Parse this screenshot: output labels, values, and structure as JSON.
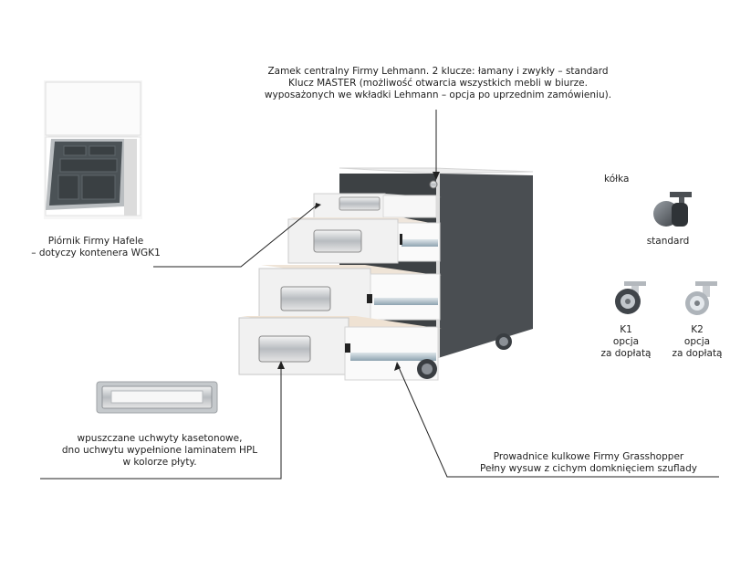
{
  "lock_note": {
    "lines": [
      "Zamek centralny Firmy Lehmann. 2 klucze: łamany i zwykły – standard",
      "Klucz MASTER (możliwość otwarcia wszystkich mebli w biurze.",
      "wyposażonych we wkładki Lehmann – opcja po uprzednim zamówieniu)."
    ]
  },
  "organizer_note": {
    "lines": [
      "Piórnik Firmy Hafele",
      "– dotyczy kontenera WGK1"
    ]
  },
  "wheels": {
    "title": "kółka",
    "standard_label": "standard",
    "k1": {
      "name": "K1",
      "line1": "opcja",
      "line2": "za dopłatą"
    },
    "k2": {
      "name": "K2",
      "line1": "opcja",
      "line2": "za dopłatą"
    }
  },
  "handle_note": {
    "lines": [
      "wpuszczane uchwyty kasetonowe,",
      "dno uchwytu wypełnione laminatem HPL",
      "w kolorze płyty."
    ]
  },
  "runners_note": {
    "lines": [
      "Prowadnice kulkowe Firmy Grasshopper",
      "Pełny wysuw z cichym domknięciem szuflady"
    ]
  }
}
